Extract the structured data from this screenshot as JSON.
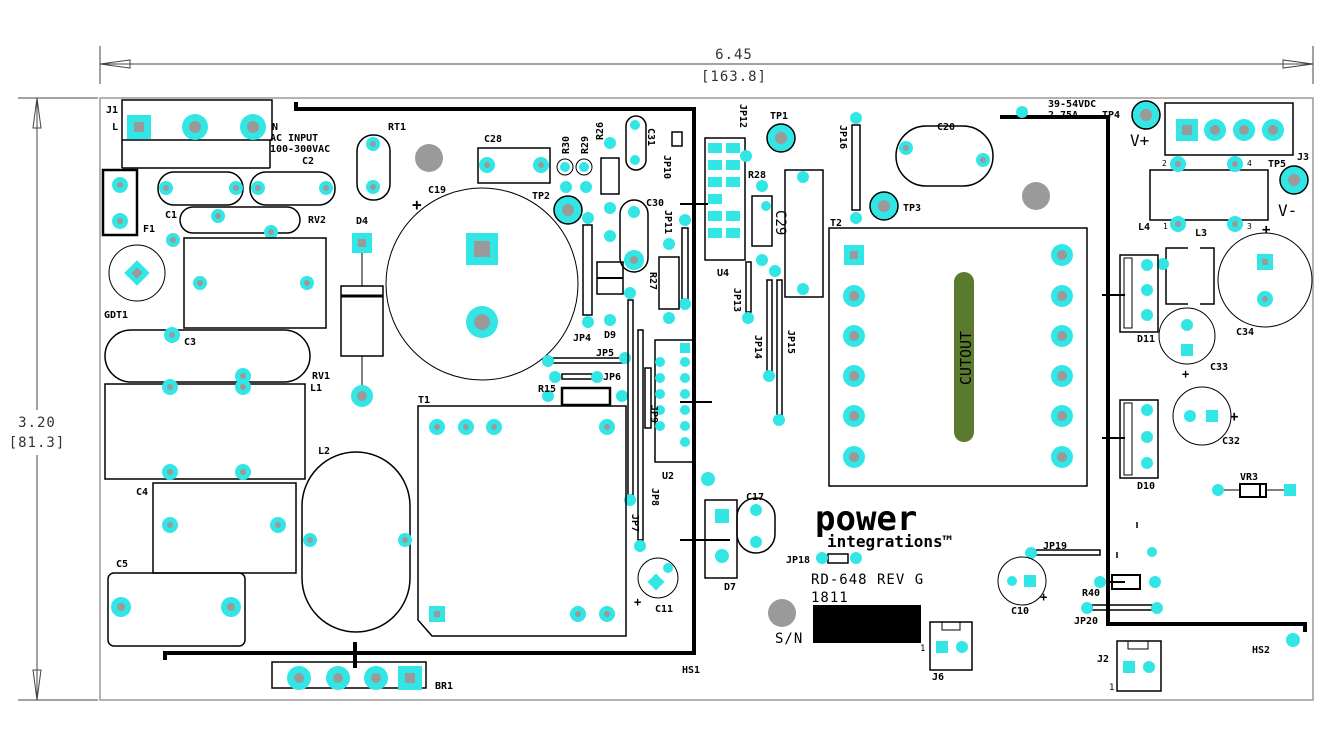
{
  "dimensions": {
    "width_in": "6.45",
    "width_mm": "[163.8]",
    "height_in": "3.20",
    "height_mm": "[81.3]"
  },
  "labels": {
    "J1": "J1",
    "L": "L",
    "N": "N",
    "AC1": "AC INPUT",
    "AC2": "100-300VAC",
    "C1": "C1",
    "C2": "C2",
    "RT1": "RT1",
    "RV2": "RV2",
    "F1": "F1",
    "GDT1": "GDT1",
    "C3": "C3",
    "RV1": "RV1",
    "L1": "L1",
    "C4": "C4",
    "C5": "C5",
    "L2": "L2",
    "BR1": "BR1",
    "D4": "D4",
    "C19": "C19",
    "C28": "C28",
    "R30": "R30",
    "R29": "R29",
    "R26": "R26",
    "C31": "C31",
    "JP10": "JP10",
    "TP2": "TP2",
    "C30": "C30",
    "JP11": "JP11",
    "R27": "R27",
    "JP4": "JP4",
    "D9": "D9",
    "JP5": "JP5",
    "JP6": "JP6",
    "R15": "R15",
    "JP9": "JP9",
    "U2": "U2",
    "T1": "T1",
    "JP8": "JP8",
    "JP7": "JP7",
    "C11": "C11",
    "HS1": "HS1",
    "JP12": "JP12",
    "TP1": "TP1",
    "R28": "R28",
    "U4": "U4",
    "C29": "C29",
    "JP13": "JP13",
    "JP14": "JP14",
    "JP15": "JP15",
    "T2": "T2",
    "JP16": "JP16",
    "TP3": "TP3",
    "C20": "C20",
    "CUTOUT": "CUTOUT",
    "C17": "C17",
    "D7": "D7",
    "JP18": "JP18",
    "RD": "RD-648  REV G",
    "DATE": "1811",
    "SN": "S/N",
    "J6": "J6",
    "ONE_J6": "1",
    "VOUT1": "39-54VDC",
    "VOUT2": "2.75A",
    "TP4": "TP4",
    "VPLUS": "V+",
    "J3": "J3",
    "TP5": "TP5",
    "VMINUS": "V-",
    "L4": "L4",
    "L3": "L3",
    "C34": "C34",
    "D11": "D11",
    "C33": "C33",
    "C32": "C32",
    "D10": "D10",
    "VR3": "VR3",
    "JP19": "JP19",
    "C10": "C10",
    "R40": "R40",
    "JP20": "JP20",
    "J2": "J2",
    "ONE_J2": "1",
    "HS2": "HS2",
    "PIN2": "2",
    "PIN4": "4",
    "PIN1": "1",
    "PIN3": "3"
  },
  "logo": {
    "line1": "power",
    "line2": "integrations™"
  },
  "colors": {
    "pad": "#33e6e6",
    "drill": "#9a9a9a",
    "cutout": "#5a7a2e",
    "ink": "#000000"
  }
}
